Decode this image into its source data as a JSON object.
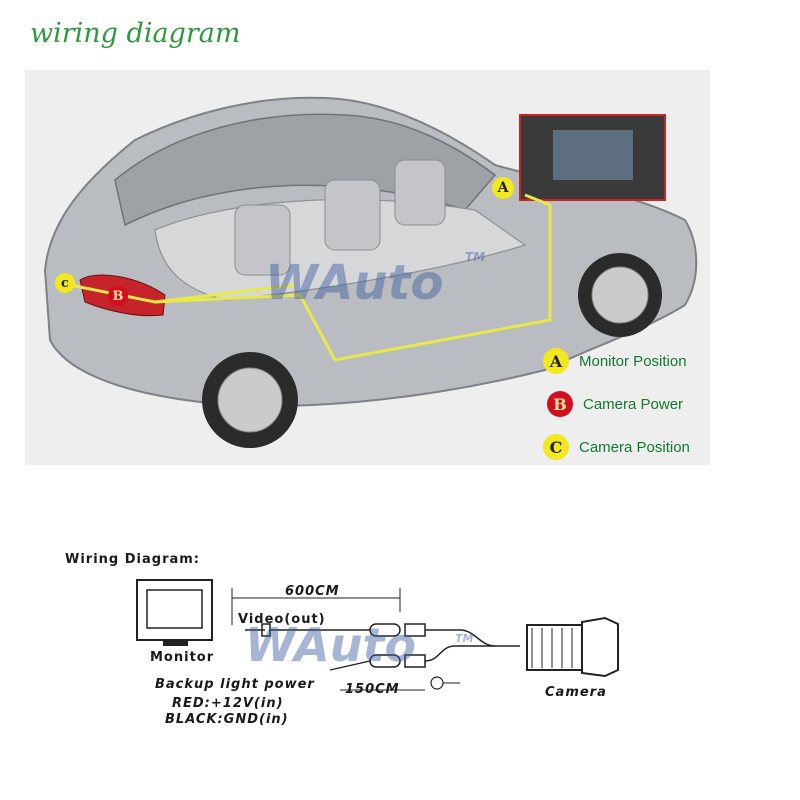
{
  "title": "wiring diagram",
  "watermark": {
    "text": "WAuto",
    "tm": "TM"
  },
  "legend": [
    {
      "letter": "A",
      "text": "Monitor Position",
      "color": "#f2e81e"
    },
    {
      "letter": "B",
      "text": "Camera Power",
      "color": "#d01020"
    },
    {
      "letter": "C",
      "text": "Camera Position",
      "color": "#f2e81e"
    }
  ],
  "car_markers": {
    "a": "A",
    "b": "B",
    "c": "c"
  },
  "wiring": {
    "heading": "Wiring Diagram:",
    "monitor": "Monitor",
    "length_main": "600CM",
    "video": "Video(out)",
    "backup": "Backup light power",
    "length_power": "150CM",
    "red": "RED:+12V(in)",
    "black": "BLACK:GND(in)",
    "camera": "Camera"
  },
  "colors": {
    "title": "#2c9a3c",
    "legend_text": "#157a2e",
    "wire_path": "#e8e84a"
  }
}
